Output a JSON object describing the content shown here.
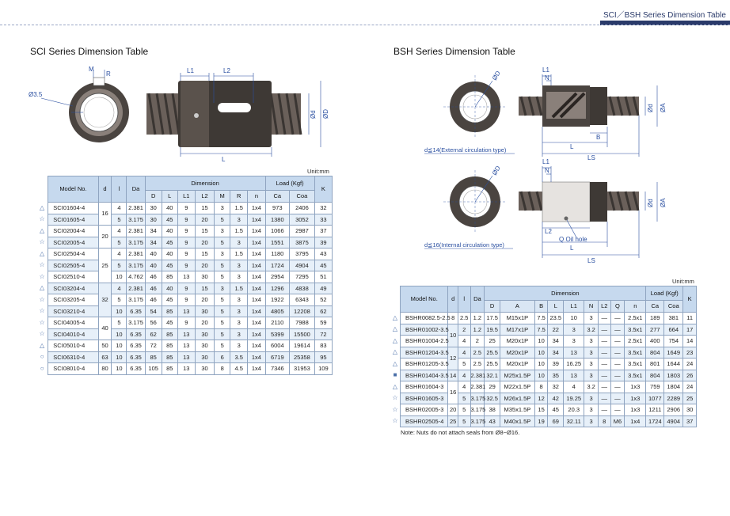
{
  "header": {
    "title": "SCI／BSH Series Dimension Table"
  },
  "sci": {
    "title": "SCI Series Dimension Table",
    "unit": "Unit:mm",
    "labels": {
      "m": "M",
      "r": "R",
      "d35": "Ø3.5",
      "l1": "L1",
      "l2": "L2",
      "l": "L",
      "od": "Ød",
      "oD": "ØD"
    },
    "head": {
      "model": "Model No.",
      "d": "d",
      "l": "l",
      "da": "Da",
      "dimension": "Dimension",
      "load": "Load (Kgf)",
      "k": "K",
      "sub": [
        "D",
        "L",
        "L1",
        "L2",
        "M",
        "R",
        "n",
        "Ca",
        "Coa"
      ]
    },
    "rows": [
      {
        "mark": "△",
        "model": "SCI01604-4",
        "d": "16",
        "l": "4",
        "da": "2.381",
        "vals": [
          "30",
          "40",
          "9",
          "15",
          "3",
          "1.5",
          "1x4",
          "973",
          "2406",
          "32"
        ]
      },
      {
        "mark": "☆",
        "model": "SCI01605-4",
        "d": "",
        "l": "5",
        "da": "3.175",
        "vals": [
          "30",
          "45",
          "9",
          "20",
          "5",
          "3",
          "1x4",
          "1380",
          "3052",
          "33"
        ]
      },
      {
        "mark": "△",
        "model": "SCI02004-4",
        "d": "20",
        "l": "4",
        "da": "2.381",
        "vals": [
          "34",
          "40",
          "9",
          "15",
          "3",
          "1.5",
          "1x4",
          "1066",
          "2987",
          "37"
        ]
      },
      {
        "mark": "☆",
        "model": "SCI02005-4",
        "d": "",
        "l": "5",
        "da": "3.175",
        "vals": [
          "34",
          "45",
          "9",
          "20",
          "5",
          "3",
          "1x4",
          "1551",
          "3875",
          "39"
        ]
      },
      {
        "mark": "△",
        "model": "SCI02504-4",
        "d": "25",
        "l": "4",
        "da": "2.381",
        "vals": [
          "40",
          "40",
          "9",
          "15",
          "3",
          "1.5",
          "1x4",
          "1180",
          "3795",
          "43"
        ]
      },
      {
        "mark": "☆",
        "model": "SCI02505-4",
        "d": "",
        "l": "5",
        "da": "3.175",
        "vals": [
          "40",
          "45",
          "9",
          "20",
          "5",
          "3",
          "1x4",
          "1724",
          "4904",
          "45"
        ]
      },
      {
        "mark": "☆",
        "model": "SCI02510-4",
        "d": "",
        "l": "10",
        "da": "4.762",
        "vals": [
          "46",
          "85",
          "13",
          "30",
          "5",
          "3",
          "1x4",
          "2954",
          "7295",
          "51"
        ]
      },
      {
        "mark": "△",
        "model": "SCI03204-4",
        "d": "32",
        "l": "4",
        "da": "2.381",
        "vals": [
          "46",
          "40",
          "9",
          "15",
          "3",
          "1.5",
          "1x4",
          "1296",
          "4838",
          "49"
        ]
      },
      {
        "mark": "☆",
        "model": "SCI03205-4",
        "d": "",
        "l": "5",
        "da": "3.175",
        "vals": [
          "46",
          "45",
          "9",
          "20",
          "5",
          "3",
          "1x4",
          "1922",
          "6343",
          "52"
        ]
      },
      {
        "mark": "☆",
        "model": "SCI03210-4",
        "d": "",
        "l": "10",
        "da": "6.35",
        "vals": [
          "54",
          "85",
          "13",
          "30",
          "5",
          "3",
          "1x4",
          "4805",
          "12208",
          "62"
        ]
      },
      {
        "mark": "☆",
        "model": "SCI04005-4",
        "d": "40",
        "l": "5",
        "da": "3.175",
        "vals": [
          "56",
          "45",
          "9",
          "20",
          "5",
          "3",
          "1x4",
          "2110",
          "7988",
          "59"
        ]
      },
      {
        "mark": "☆",
        "model": "SCI04010-4",
        "d": "",
        "l": "10",
        "da": "6.35",
        "vals": [
          "62",
          "85",
          "13",
          "30",
          "5",
          "3",
          "1x4",
          "5399",
          "15500",
          "72"
        ]
      },
      {
        "mark": "△",
        "model": "SCI05010-4",
        "d": "50",
        "l": "10",
        "da": "6.35",
        "vals": [
          "72",
          "85",
          "13",
          "30",
          "5",
          "3",
          "1x4",
          "6004",
          "19614",
          "83"
        ]
      },
      {
        "mark": "○",
        "model": "SCI06310-4",
        "d": "63",
        "l": "10",
        "da": "6.35",
        "vals": [
          "85",
          "85",
          "13",
          "30",
          "6",
          "3.5",
          "1x4",
          "6719",
          "25358",
          "95"
        ]
      },
      {
        "mark": "○",
        "model": "SCI08010-4",
        "d": "80",
        "l": "10",
        "da": "6.35",
        "vals": [
          "105",
          "85",
          "13",
          "30",
          "8",
          "4.5",
          "1x4",
          "7346",
          "31953",
          "109"
        ]
      }
    ]
  },
  "bsh": {
    "title": "BSH Series Dimension Table",
    "unit": "Unit:mm",
    "ext_caption": "d≦14(External circulation type)",
    "int_caption": "d≦16(Internal circulation type)",
    "labels": {
      "od": "ØD",
      "odd": "Ød",
      "oa": "ØA",
      "l1": "L1",
      "n": "N",
      "b": "B",
      "l": "L",
      "ls": "LS",
      "q": "Q Oil hole",
      "oiltag": "L2"
    },
    "head": {
      "model": "Model No.",
      "d": "d",
      "l": "l",
      "da": "Da",
      "dimension": "Dimension",
      "load": "Load (Kgf)",
      "k": "K",
      "sub": [
        "D",
        "A",
        "B",
        "L",
        "L1",
        "N",
        "L2",
        "Q",
        "n",
        "Ca",
        "Coa"
      ]
    },
    "rows": [
      {
        "mark": "△",
        "model": "BSHR0082.5-2.5",
        "d": "8",
        "l": "2.5",
        "da": "1.2",
        "vals": [
          "17.5",
          "M15x1P",
          "7.5",
          "23.5",
          "10",
          "3",
          "—",
          "—",
          "2.5x1",
          "189",
          "381",
          "11"
        ]
      },
      {
        "mark": "△",
        "model": "BSHR01002-3.5",
        "d": "10",
        "l": "2",
        "da": "1.2",
        "vals": [
          "19.5",
          "M17x1P",
          "7.5",
          "22",
          "3",
          "3.2",
          "—",
          "—",
          "3.5x1",
          "277",
          "664",
          "17"
        ]
      },
      {
        "mark": "△",
        "model": "BSHR01004-2.5",
        "d": "",
        "l": "4",
        "da": "2",
        "vals": [
          "25",
          "M20x1P",
          "10",
          "34",
          "3",
          "3",
          "—",
          "—",
          "2.5x1",
          "400",
          "754",
          "14"
        ]
      },
      {
        "mark": "△",
        "model": "BSHR01204-3.5",
        "d": "12",
        "l": "4",
        "da": "2.5",
        "vals": [
          "25.5",
          "M20x1P",
          "10",
          "34",
          "13",
          "3",
          "—",
          "—",
          "3.5x1",
          "804",
          "1649",
          "23"
        ]
      },
      {
        "mark": "△",
        "model": "BSHR01205-3.5",
        "d": "",
        "l": "5",
        "da": "2.5",
        "vals": [
          "25.5",
          "M20x1P",
          "10",
          "39",
          "16.25",
          "3",
          "—",
          "—",
          "3.5x1",
          "801",
          "1644",
          "24"
        ]
      },
      {
        "mark": "■",
        "model": "BSHR01404-3.5",
        "d": "14",
        "l": "4",
        "da": "2.381",
        "vals": [
          "32.1",
          "M25x1.5P",
          "10",
          "35",
          "13",
          "3",
          "—",
          "—",
          "3.5x1",
          "804",
          "1803",
          "26"
        ]
      },
      {
        "mark": "△",
        "model": "BSHR01604-3",
        "d": "16",
        "l": "4",
        "da": "2.381",
        "vals": [
          "29",
          "M22x1.5P",
          "8",
          "32",
          "4",
          "3.2",
          "—",
          "—",
          "1x3",
          "759",
          "1804",
          "24"
        ]
      },
      {
        "mark": "☆",
        "model": "BSHR01605-3",
        "d": "",
        "l": "5",
        "da": "3.175",
        "vals": [
          "32.5",
          "M26x1.5P",
          "12",
          "42",
          "19.25",
          "3",
          "—",
          "—",
          "1x3",
          "1077",
          "2289",
          "25"
        ]
      },
      {
        "mark": "☆",
        "model": "BSHR02005-3",
        "d": "20",
        "l": "5",
        "da": "3.175",
        "vals": [
          "38",
          "M35x1.5P",
          "15",
          "45",
          "20.3",
          "3",
          "—",
          "—",
          "1x3",
          "1211",
          "2906",
          "30"
        ]
      },
      {
        "mark": "☆",
        "model": "BSHR02505-4",
        "d": "25",
        "l": "5",
        "da": "3.175",
        "vals": [
          "43",
          "M40x1.5P",
          "19",
          "69",
          "32.11",
          "3",
          "8",
          "M6",
          "1x4",
          "1724",
          "4904",
          "37"
        ]
      }
    ],
    "note": "Note: Nuts do not attach seals from Ø8~Ø16."
  },
  "colors": {
    "header": "#2a3a6a",
    "table_head": "#d9e6f4",
    "table_border": "#8fa4c0",
    "dim_line": "#2a4fa0",
    "mark": "#4a6fa8",
    "dark_nut": "#3a3532"
  }
}
